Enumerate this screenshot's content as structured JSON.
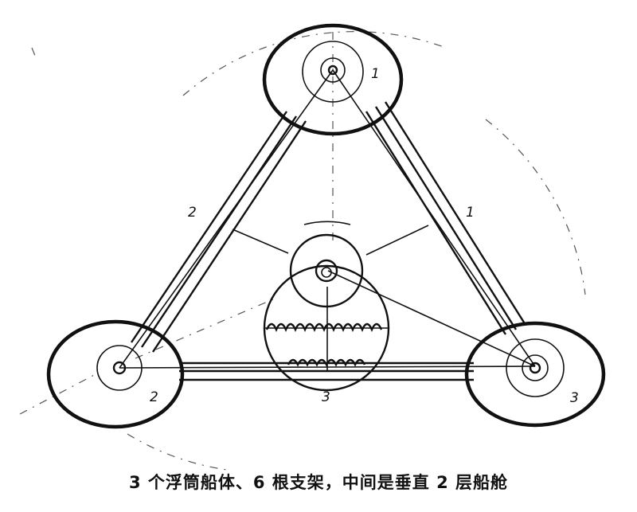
{
  "caption": "3 个浮筒船体、6 根支架，中间是垂直 2 层船舱",
  "labels": {
    "hull_top": "1",
    "hull_left": "2",
    "hull_right": "3",
    "brace_left": "2",
    "brace_right": "1",
    "brace_bottom": "3"
  }
}
